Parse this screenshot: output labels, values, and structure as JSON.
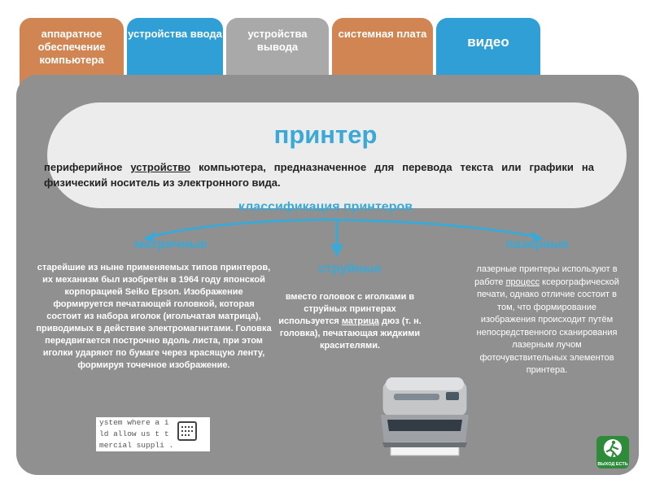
{
  "tabs": [
    {
      "label": "аппаратное обеспечение компьютера"
    },
    {
      "label": "устройства ввода"
    },
    {
      "label": "устройства вывода"
    },
    {
      "label": "системная плата"
    },
    {
      "label": "видео"
    }
  ],
  "colors": {
    "orange": "#d08553",
    "blue": "#2f9fd6",
    "gray": "#a9a9a9",
    "panel": "#909090",
    "accent": "#3aa9d6",
    "exit_green": "#2e8b3a"
  },
  "main": {
    "title": "принтер",
    "definition_pre": "периферийное ",
    "definition_link": "устройство",
    "definition_post": " компьютера, предназначенное для перевода текста или графики на физический носитель из электронного вида.",
    "classification": "классификация принтеров",
    "matrix": {
      "heading": "матричные",
      "text": "старейшие из ныне применяемых типов принтеров, их механизм был изобретён в 1964 году японской корпорацией Seiko Epson. Изображение формируется печатающей головкой, которая состоит из набора иголок (игольчатая матрица), приводимых в действие электромагнитами. Головка передвигается построчно вдоль листа, при этом иголки ударяют по бумаге через красящую ленту, формируя точечное изображение."
    },
    "inkjet": {
      "heading": "струйные",
      "text_pre": "вместо головок с иголками в струйных принтерах используется ",
      "text_link": "матрица",
      "text_post": " дюз (т. н. головка), печатающая жидкими красителями."
    },
    "laser": {
      "heading": "лазерные",
      "text_pre": "лазерные принтеры используют в работе ",
      "text_link": "процесс",
      "text_post": " ксерографической печати, однако отличие состоит в том, что формирование изображения происходит путём непосредственного сканирования лазерным лучом фоточувствительных элементов принтера."
    },
    "sample_printout": [
      "ystem where a  i",
      "ld allow us t  t",
      "mercial suppli  ."
    ],
    "exit_label": "ВЫХОД ЕСТЬ"
  }
}
